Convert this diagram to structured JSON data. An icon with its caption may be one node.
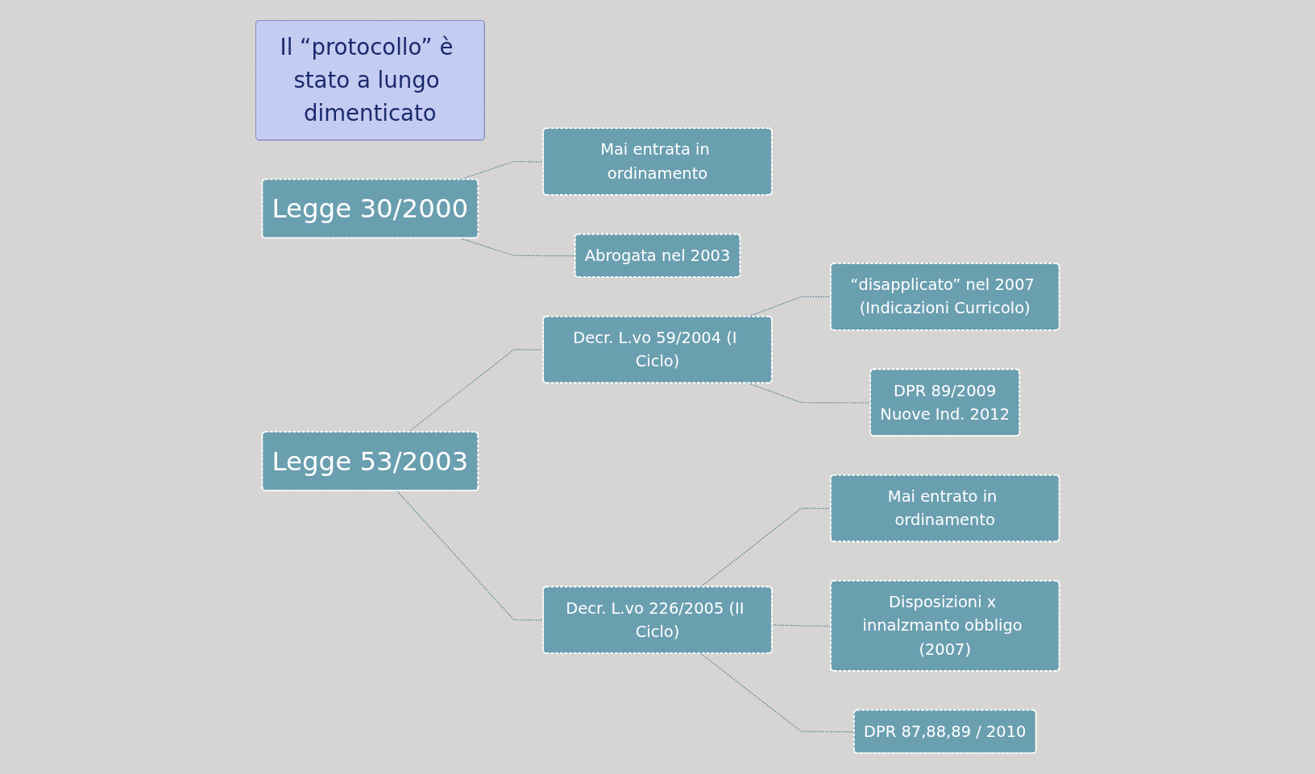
{
  "diagram": {
    "nodes": [
      {
        "text": [
          "Legge 30/2000"
        ]
      },
      {
        "text": [
          "Mai entrata in ordinamento"
        ]
      },
      {
        "text": [
          "Abrogata nel 2003"
        ]
      },
      {
        "text": [
          "Legge 53/2003"
        ]
      },
      {
        "text": [
          "Decr. L.vo 59/2004 (I Ciclo)"
        ]
      },
      {
        "text": [
          "“disapplicato” nel 2007 (Indicazioni Curricolo)"
        ]
      },
      {
        "text": [
          "DPR 89/2009",
          "Nuove Ind. 2012"
        ]
      },
      {
        "text": [
          "Decr. L.vo 226/2005 (II Ciclo)"
        ]
      },
      {
        "text": [
          "Mai entrato in ordinamento"
        ]
      },
      {
        "text": [
          "Disposizioni x innalzmanto obbligo (2007)"
        ]
      },
      {
        "text": [
          "DPR 87,88,89 / 2010"
        ]
      },
      {
        "text": [
          "Il “protocollo” è stato a lungo dimenticato"
        ]
      }
    ],
    "edges": [
      {
        "from": 0,
        "to": 1,
        "arrow": "none",
        "style": "dashed"
      },
      {
        "from": 0,
        "to": 2,
        "arrow": "none",
        "style": "dashed"
      },
      {
        "from": 3,
        "to": 4,
        "arrow": "none",
        "style": "dashed"
      },
      {
        "from": 3,
        "to": 7,
        "arrow": "none",
        "style": "dashed"
      },
      {
        "from": 4,
        "to": 5,
        "arrow": "none",
        "style": "dashed"
      },
      {
        "from": 4,
        "to": 6,
        "arrow": "none",
        "style": "dashed"
      },
      {
        "from": 7,
        "to": 8,
        "arrow": "none",
        "style": "dashed"
      },
      {
        "from": 7,
        "to": 9,
        "arrow": "none",
        "style": "dashed"
      },
      {
        "from": 7,
        "to": 10,
        "arrow": "none",
        "style": "dashed"
      }
    ]
  }
}
